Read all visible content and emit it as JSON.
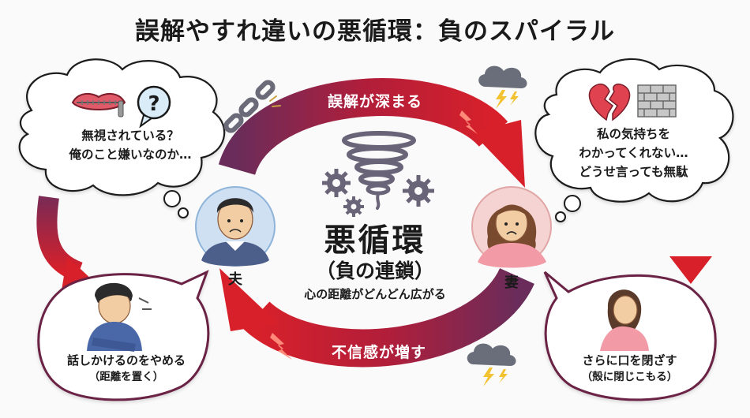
{
  "title": "誤解やすれ違いの悪循環：負のスパイラル",
  "center": {
    "main": "悪循環",
    "sub": "（負の連鎖）",
    "caption": "心の距離がどんどん広がる"
  },
  "arrows": {
    "top": "誤解が深まる",
    "bottom": "不信感が増す"
  },
  "husband": {
    "label": "夫",
    "thought_line1": "無視されている？",
    "thought_line2": "俺のこと嫌いなのか…",
    "action_line1": "話しかけるのをやめる",
    "action_line2": "（距離を置く）"
  },
  "wife": {
    "label": "妻",
    "thought_line1": "私の気持ちを",
    "thought_line2": "わかってくれない…",
    "thought_line3": "どうせ言っても無駄",
    "action_line1": "さらに口を閉ざす",
    "action_line2": "（殻に閉じこもる）"
  },
  "colors": {
    "arrow_red": "#d8202a",
    "arrow_purple": "#6a2c5a",
    "bubble_border": "#6b2244",
    "husband_circle": "#cfe0f2",
    "wife_circle": "#f6d3d3",
    "tornado": "#6a6478"
  },
  "icons": [
    "zipped-lips-icon",
    "question-mark-icon",
    "broken-chain-icon",
    "storm-cloud-icon",
    "broken-heart-icon",
    "brick-wall-icon",
    "gear-icon",
    "tornado-icon"
  ]
}
